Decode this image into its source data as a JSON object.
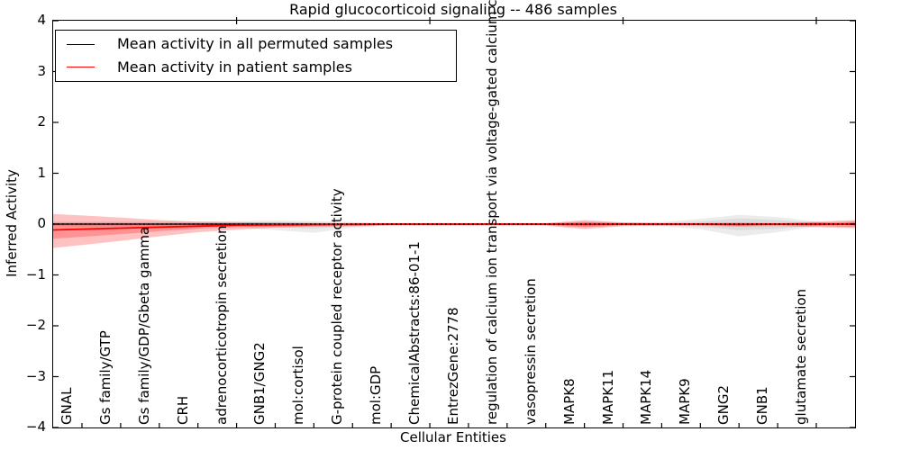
{
  "figure": {
    "background": "#ffffff"
  },
  "legend": {
    "entries": [
      {
        "label": "Mean activity in all permuted samples",
        "color": "#000000"
      },
      {
        "label": "Mean activity in patient samples",
        "color": "#ff0000"
      }
    ]
  },
  "chart_data": {
    "type": "line",
    "title": "Rapid glucocorticoid signaling -- 486 samples",
    "xlabel": "Cellular Entities",
    "ylabel": "Inferred Activity",
    "ylim": [
      -4,
      4
    ],
    "ytick_labels": [
      "4",
      "3",
      "2",
      "1",
      "0",
      "−1",
      "−2",
      "−3",
      "−4"
    ],
    "ytick_values": [
      4,
      3,
      2,
      1,
      0,
      -1,
      -2,
      -3,
      -4
    ],
    "grid": false,
    "legend_position": "upper left",
    "categories": [
      "GNAL",
      "Gs family/GTP",
      "Gs family/GDP/Gbeta gamma",
      "CRH",
      "adrenocorticotropin secretion",
      "GNB1/GNG2",
      "mol:cortisol",
      "G-protein coupled receptor activity",
      "mol:GDP",
      "ChemicalAbstracts:86-01-1",
      "EntrezGene:2778",
      "regulation of calcium ion transport via voltage-gated calcium chann",
      "vasopressin secretion",
      "MAPK8",
      "MAPK11",
      "MAPK14",
      "MAPK9",
      "GNG2",
      "GNB1",
      "glutamate secretion"
    ],
    "series": [
      {
        "name": "Mean activity in all permuted samples",
        "color": "#000000",
        "values": [
          0,
          0,
          0,
          0,
          0,
          0,
          0,
          0,
          0,
          0,
          0,
          0,
          0,
          0,
          0,
          0,
          0,
          0,
          0,
          0
        ]
      },
      {
        "name": "Mean activity in patient samples",
        "color": "#ff0000",
        "values": [
          -0.1,
          -0.08,
          -0.06,
          -0.04,
          -0.02,
          -0.015,
          -0.01,
          -0.005,
          0,
          0,
          0,
          0,
          0,
          -0.005,
          0,
          0,
          0,
          -0.005,
          0,
          0
        ]
      }
    ],
    "bands": [
      {
        "name": "permuted-samples-outer-band",
        "color": "#888888",
        "opacity": 0.16,
        "upper": [
          0.05,
          0.05,
          0.05,
          0.05,
          0.06,
          0.07,
          0.06,
          0.04,
          0.02,
          0.02,
          0.02,
          0.02,
          0.02,
          0.05,
          0.04,
          0.04,
          0.1,
          0.18,
          0.14,
          0.05
        ],
        "lower": [
          -0.05,
          -0.05,
          -0.05,
          -0.05,
          -0.06,
          -0.12,
          -0.17,
          -0.07,
          -0.02,
          -0.02,
          -0.02,
          -0.02,
          -0.02,
          -0.05,
          -0.04,
          -0.04,
          -0.1,
          -0.24,
          -0.16,
          -0.05
        ]
      },
      {
        "name": "permuted-samples-inner-band",
        "color": "#888888",
        "opacity": 0.16,
        "upper": [
          0.03,
          0.03,
          0.03,
          0.03,
          0.03,
          0.04,
          0.03,
          0.02,
          0.01,
          0.01,
          0.01,
          0.01,
          0.01,
          0.03,
          0.02,
          0.02,
          0.05,
          0.11,
          0.08,
          0.03
        ],
        "lower": [
          -0.03,
          -0.03,
          -0.03,
          -0.03,
          -0.03,
          -0.06,
          -0.09,
          -0.04,
          -0.01,
          -0.01,
          -0.01,
          -0.01,
          -0.01,
          -0.03,
          -0.02,
          -0.02,
          -0.05,
          -0.12,
          -0.09,
          -0.03
        ]
      },
      {
        "name": "patient-samples-outer-band",
        "color": "#ff0000",
        "opacity": 0.24,
        "upper": [
          0.17,
          0.13,
          0.08,
          0.05,
          0.04,
          0.03,
          0.02,
          0.02,
          0.02,
          0.02,
          0.02,
          0.02,
          0.02,
          0.08,
          0.03,
          0.02,
          0.02,
          0.03,
          0.02,
          0.05
        ],
        "lower": [
          -0.41,
          -0.33,
          -0.24,
          -0.16,
          -0.11,
          -0.07,
          -0.05,
          -0.04,
          -0.03,
          -0.03,
          -0.03,
          -0.03,
          -0.03,
          -0.1,
          -0.04,
          -0.03,
          -0.03,
          -0.05,
          -0.04,
          -0.06
        ]
      },
      {
        "name": "patient-samples-inner-band",
        "color": "#ff0000",
        "opacity": 0.24,
        "upper": [
          0.02,
          0.02,
          0.01,
          0.01,
          0.01,
          0.01,
          0.01,
          0.01,
          0.01,
          0.01,
          0.01,
          0.01,
          0.01,
          0.04,
          0.015,
          0.01,
          0.01,
          0.015,
          0.01,
          0.03
        ],
        "lower": [
          -0.25,
          -0.2,
          -0.14,
          -0.09,
          -0.06,
          -0.04,
          -0.03,
          -0.02,
          -0.02,
          -0.02,
          -0.02,
          -0.02,
          -0.02,
          -0.06,
          -0.02,
          -0.02,
          -0.02,
          -0.03,
          -0.02,
          -0.04
        ]
      }
    ],
    "zero_line": {
      "style": "dotted",
      "color": "#000000",
      "y": 0
    }
  }
}
